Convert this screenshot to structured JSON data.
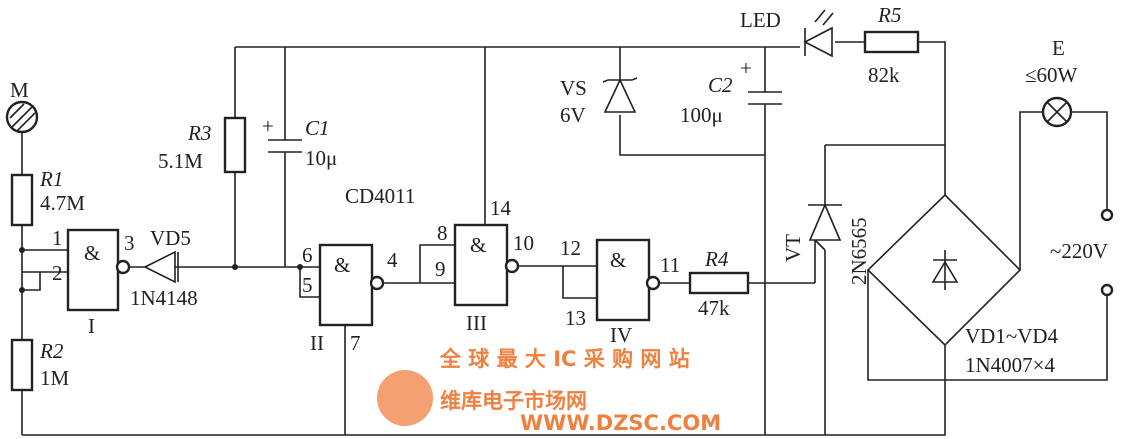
{
  "components": {
    "mic": "M",
    "r1": "R1",
    "r1_val": "4.7M",
    "r2": "R2",
    "r2_val": "1M",
    "r3": "R3",
    "r3_val": "5.1M",
    "c1": "C1",
    "c1_val": "10μ",
    "c1_plus": "+",
    "vd5": "VD5",
    "vd5_type": "1N4148",
    "ic": "CD4011",
    "vs": "VS",
    "vs_val": "6V",
    "c2": "C2",
    "c2_plus": "+",
    "c2_val": "100μ",
    "led": "LED",
    "r5": "R5",
    "r5_val": "82k",
    "r4": "R4",
    "r4_val": "47k",
    "vt": "VT",
    "vt_type": "2N6565",
    "lamp": "E",
    "lamp_val": "≤60W",
    "supply": "~220V",
    "bridge": "VD1~VD4",
    "bridge_type": "1N4007×4"
  },
  "gates": {
    "g1": "I",
    "g2": "II",
    "g3": "III",
    "g4": "IV",
    "symbol": "&"
  },
  "pins": {
    "p1": "1",
    "p2": "2",
    "p3": "3",
    "p4": "4",
    "p5": "5",
    "p6": "6",
    "p7": "7",
    "p8": "8",
    "p9": "9",
    "p10": "10",
    "p11": "11",
    "p12": "12",
    "p13": "13",
    "p14": "14"
  },
  "watermark": {
    "brand": "维库电子市场网",
    "url": "WWW.DZSC.COM",
    "slogan": "全 球 最 大 IC 采 购 网 站"
  }
}
